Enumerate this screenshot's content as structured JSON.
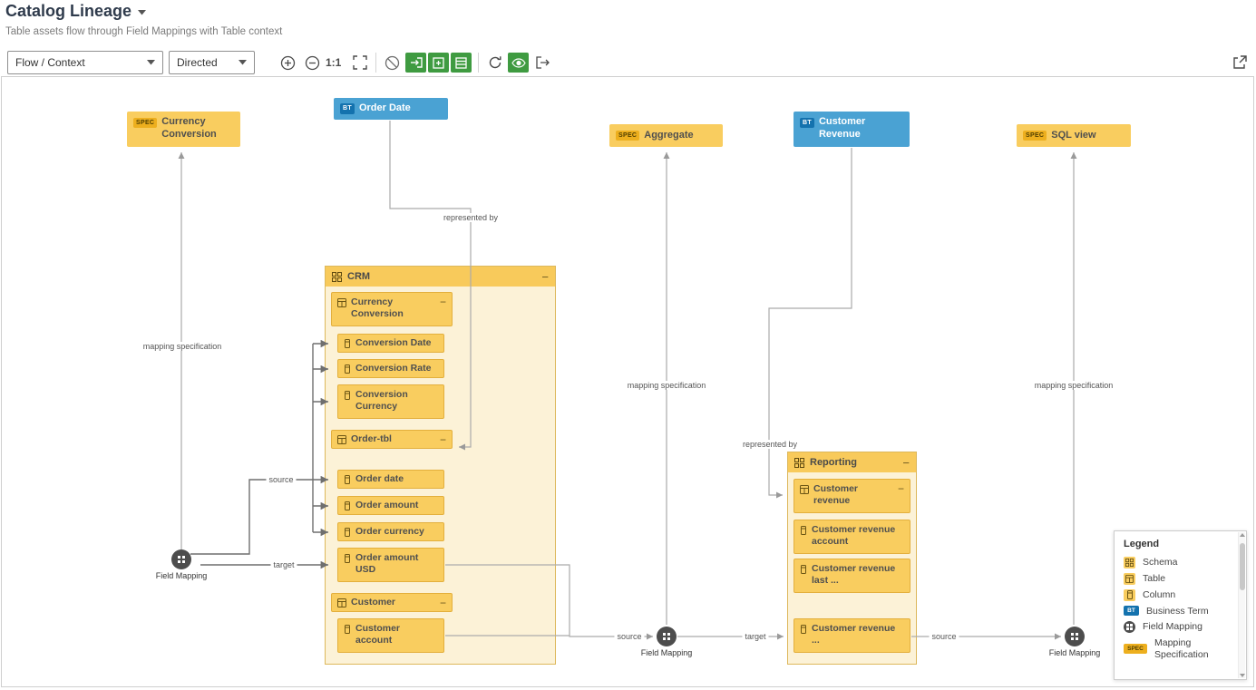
{
  "header": {
    "title": "Catalog Lineage",
    "subtitle": "Table assets flow through Field Mappings with Table context"
  },
  "toolbar": {
    "view_select": "Flow / Context",
    "direction_select": "Directed",
    "zoom_level": "1:1",
    "icons": [
      "zoom-in",
      "zoom-out",
      "zoom-reset",
      "fit-to-screen",
      "overlays-off",
      "collapse-all",
      "expand-all",
      "show-details",
      "refresh",
      "visibility",
      "export-diagram",
      "open-in-new-window"
    ]
  },
  "nodes": {
    "collapse_glyph": "−",
    "field_mapping_label": "Field Mapping",
    "spec_currency": {
      "badge": "SPEC",
      "label": "Currency Conversion"
    },
    "bt_order_date": {
      "badge": "BT",
      "label": "Order Date"
    },
    "spec_aggregate": {
      "badge": "SPEC",
      "label": "Aggregate"
    },
    "bt_customer_revenue": {
      "badge": "BT",
      "label": "Customer Revenue"
    },
    "spec_sql_view": {
      "badge": "SPEC",
      "label": "SQL view"
    },
    "crm": {
      "label": "CRM",
      "tables": {
        "currency_conversion": {
          "label": "Currency Conversion",
          "columns": [
            "Conversion Date",
            "Conversion Rate",
            "Conversion Currency"
          ]
        },
        "order_tbl": {
          "label": "Order-tbl",
          "columns": [
            "Order date",
            "Order amount",
            "Order currency",
            "Order amount USD"
          ]
        },
        "customer": {
          "label": "Customer",
          "columns": [
            "Customer account"
          ]
        }
      }
    },
    "reporting": {
      "label": "Reporting",
      "tables": {
        "customer_revenue": {
          "label": "Customer revenue",
          "columns": [
            "Customer revenue account",
            "Customer revenue last ...",
            "Customer revenue ..."
          ]
        }
      }
    }
  },
  "edges": {
    "mapping_specification": "mapping specification",
    "represented_by": "represented by",
    "source": "source",
    "target": "target"
  },
  "legend": {
    "title": "Legend",
    "items": [
      {
        "label": "Schema"
      },
      {
        "label": "Table"
      },
      {
        "label": "Column"
      },
      {
        "label": "Business Term",
        "badge": "BT"
      },
      {
        "label": "Field Mapping"
      },
      {
        "label": "Mapping Specification",
        "badge": "SPEC"
      }
    ]
  },
  "colors": {
    "asset_yellow": "#F9CD5F",
    "business_term_blue": "#4AA2D3",
    "bt_badge_blue": "#1472AE",
    "spec_badge_gold": "#EDAF1E",
    "toolbar_green": "#3F9B41",
    "field_mapping_gray": "#4D4D4D"
  }
}
